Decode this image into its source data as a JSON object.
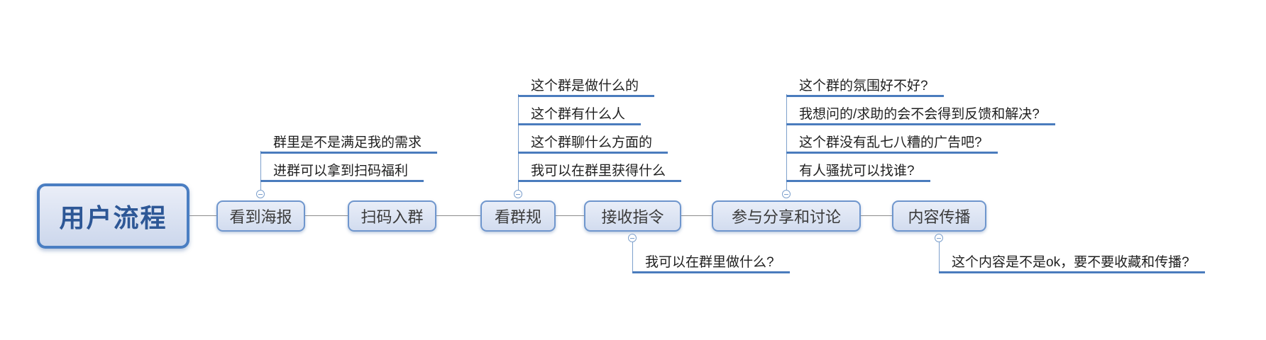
{
  "mindmap": {
    "root": "用户流程",
    "nodes": [
      "看到海报",
      "扫码入群",
      "看群规",
      "接收指令",
      "参与分享和讨论",
      "内容传播"
    ],
    "branches": {
      "see_poster": [
        "群里是不是满足我的需求",
        "进群可以拿到扫码福利"
      ],
      "read_rules": [
        "这个群是做什么的",
        "这个群有什么人",
        "这个群聊什么方面的",
        "我可以在群里获得什么"
      ],
      "receive_instructions": [
        "我可以在群里做什么?"
      ],
      "share_discuss": [
        "这个群的氛围好不好?",
        "我想问的/求助的会不会得到反馈和解决?",
        "这个群没有乱七八糟的广告吧?",
        "有人骚扰可以找谁?"
      ],
      "content_spread": [
        "这个内容是不是ok，要不要收藏和传播?"
      ]
    },
    "icons": {
      "collapse": "minus-circle-icon"
    },
    "colors": {
      "root_border": "#4a7ec2",
      "root_text": "#2d5796",
      "node_border": "#6f96cd",
      "node_fill_top": "#e9eef8",
      "node_fill_bottom": "#d2dcef",
      "leaf_underline": "#4a7cbd",
      "branch_line": "#7da0cc",
      "chain_line": "#8c8c8c",
      "leaf_text": "#1f1f1f"
    }
  }
}
